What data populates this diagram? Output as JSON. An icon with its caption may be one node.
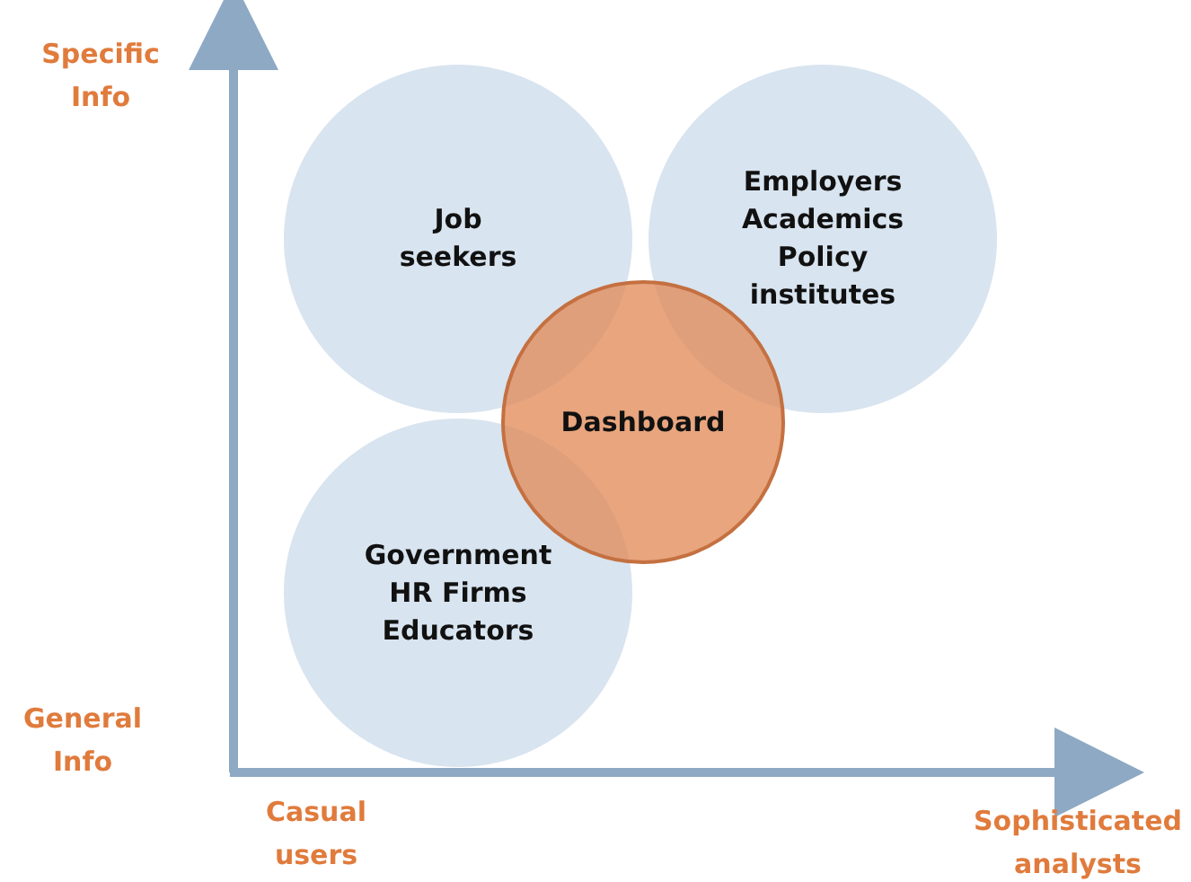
{
  "diagram": {
    "nodes": [
      {
        "text": [
          "Job seekers"
        ]
      },
      {
        "text": [
          "Employers Academics Policy institutes"
        ]
      },
      {
        "text": [
          "Dashboard"
        ]
      },
      {
        "text": [
          "Government HR Firms Educators"
        ]
      }
    ],
    "labels": [
      "Specific Info",
      "General Info",
      "Casual users",
      "Sophisticated analysts"
    ]
  }
}
